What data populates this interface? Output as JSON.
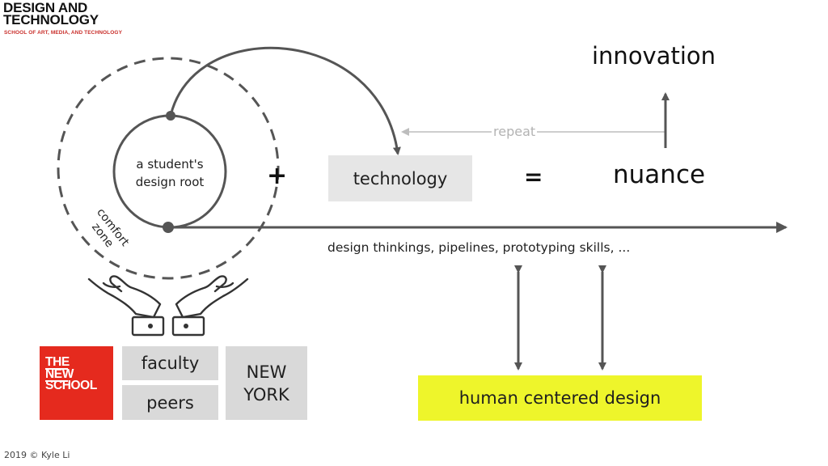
{
  "logo": {
    "title_line1": "DESIGN AND",
    "title_line2": "TECHNOLOGY",
    "subtitle": "SCHOOL OF ART, MEDIA, AND TECHNOLOGY"
  },
  "diagram": {
    "root_line1": "a student's",
    "root_line2": "design root",
    "comfort_line1": "comfort",
    "comfort_line2": "zone",
    "plus": "+",
    "technology": "technology",
    "equals": "=",
    "nuance": "nuance",
    "innovation": "innovation",
    "repeat": "repeat",
    "pipelines": "design thinkings, pipelines, prototyping skills, ...",
    "human_centered": "human centered design"
  },
  "bottom": {
    "school_line1": "THE",
    "school_line2": "NEW",
    "school_line3": "SCHOOL",
    "faculty": "faculty",
    "peers": "peers",
    "newyork_line1": "NEW",
    "newyork_line2": "YORK"
  },
  "footer": {
    "copyright": "2019 © Kyle Li"
  },
  "colors": {
    "arrow": "#555555",
    "repeat_line": "#bdbdbd",
    "tns_red": "#e52a1e",
    "hcd_yellow": "#eef52b",
    "logo_sub_red": "#c9302c"
  }
}
